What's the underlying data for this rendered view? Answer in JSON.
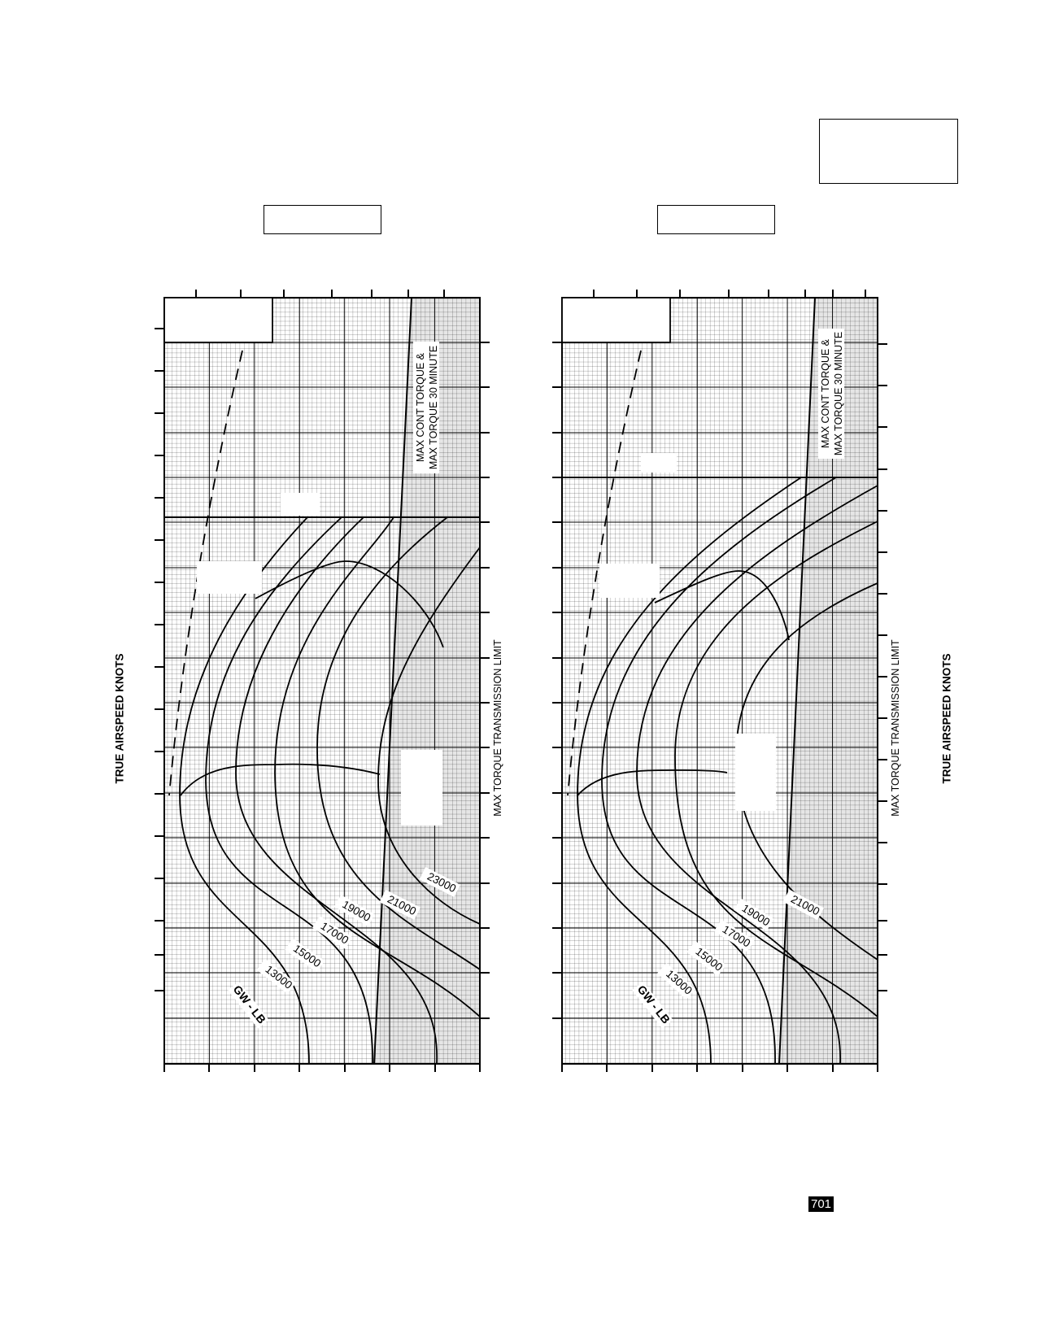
{
  "page": {
    "page_number": "701",
    "left_axis_label": "TRUE AIRSPEED  KNOTS",
    "right_axis_label": "TRUE AIRSPEED  KNOTS",
    "colors": {
      "limit_shade": "#e6e6e6",
      "grid": "#000000",
      "curve": "#000000",
      "page_number_bg": "#000000"
    }
  },
  "chart_data": [
    {
      "type": "line",
      "orientation": "rotated-90",
      "gw_label": "GW - LB",
      "limit_labels": {
        "transmission": "MAX TORQUE  TRANSMISSION LIMIT",
        "max_cont_line1": "MAX CONT TORQUE &",
        "max_cont_line2": "MAX TORQUE  30 MINUTE"
      },
      "series": [
        {
          "name": "13000"
        },
        {
          "name": "15000"
        },
        {
          "name": "17000"
        },
        {
          "name": "19000"
        },
        {
          "name": "21000"
        },
        {
          "name": "23000"
        }
      ],
      "grid": true
    },
    {
      "type": "line",
      "orientation": "rotated-90",
      "gw_label": "GW - LB",
      "limit_labels": {
        "transmission": "MAX TORQUE  TRANSMISSION LIMIT",
        "max_cont_line1": "MAX CONT TORQUE &",
        "max_cont_line2": "MAX TORQUE  30 MINUTE"
      },
      "series": [
        {
          "name": "13000"
        },
        {
          "name": "15000"
        },
        {
          "name": "17000"
        },
        {
          "name": "19000"
        },
        {
          "name": "21000"
        }
      ],
      "grid": true
    }
  ]
}
